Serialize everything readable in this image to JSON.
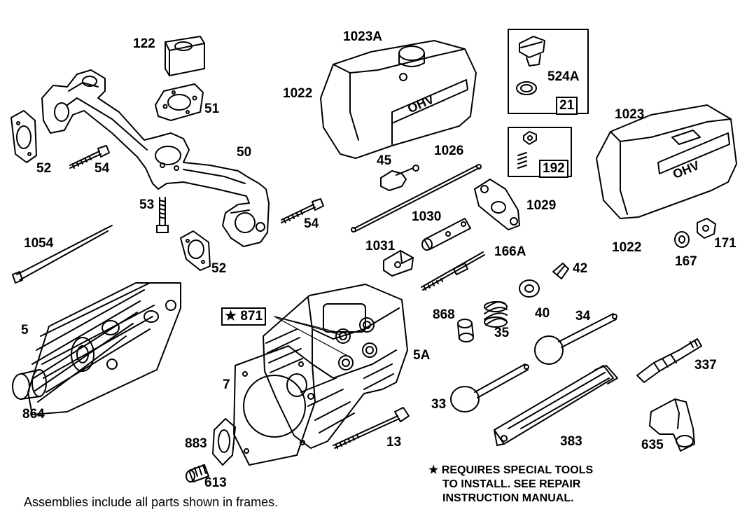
{
  "labels": {
    "p122": "122",
    "p51": "51",
    "p52a": "52",
    "p54a": "54",
    "p50": "50",
    "p53": "53",
    "p54b": "54",
    "p52b": "52",
    "p1054": "1054",
    "p5": "5",
    "p864": "864",
    "p7": "7",
    "p883": "883",
    "p613": "613",
    "p13": "13",
    "p5a": "5A",
    "p871": "871",
    "p1023a": "1023A",
    "p1022a": "1022",
    "p45": "45",
    "p1026": "1026",
    "p1030": "1030",
    "p1031": "1031",
    "p1029": "1029",
    "p166a": "166A",
    "p42": "42",
    "p40": "40",
    "p868": "868",
    "p35": "35",
    "p34": "34",
    "p33": "33",
    "p383": "383",
    "p337": "337",
    "p635": "635",
    "p524a": "524A",
    "p21": "21",
    "p192": "192",
    "p1023": "1023",
    "p1022b": "1022",
    "p167": "167",
    "p171": "171"
  },
  "star_symbol": "★",
  "special_note": "★ REQUIRES SPECIAL TOOLS TO INSTALL.  SEE REPAIR INSTRUCTION MANUAL.",
  "special_note_lines": [
    "REQUIRES SPECIAL TOOLS",
    "TO INSTALL.  SEE REPAIR",
    "INSTRUCTION MANUAL."
  ],
  "footer": "Assemblies include all parts shown in frames.",
  "cover_embossing": "OHV"
}
